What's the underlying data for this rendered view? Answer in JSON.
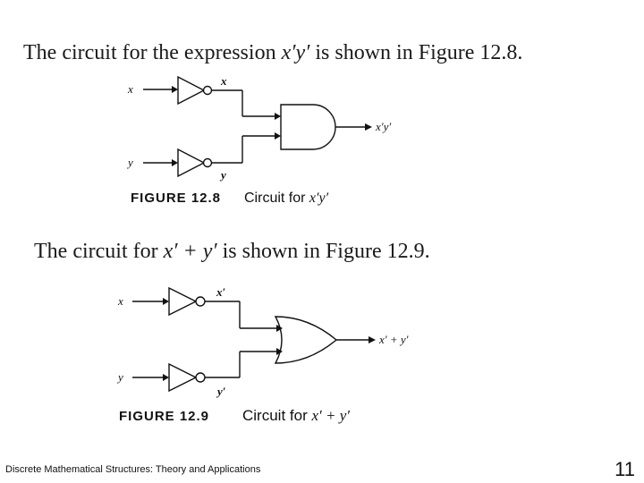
{
  "figure_a": {
    "intro_before": "The circuit for the expression ",
    "intro_expr": "x′y′",
    "intro_after": " is shown in Figure 12.8.",
    "input_x": "x",
    "input_y": "y",
    "inv_out_x": "x",
    "inv_out_y": "y",
    "output": "x′y′",
    "caption_label": "FIGURE 12.8",
    "caption_text": "Circuit for ",
    "caption_expr": "x′y′"
  },
  "figure_b": {
    "intro_before": "The circuit for ",
    "intro_expr": "x′ + y′",
    "intro_after": " is shown in Figure 12.9.",
    "input_x": "x",
    "input_y": "y",
    "inv_out_x": "x′",
    "inv_out_y": "y′",
    "output": "x′ + y′",
    "caption_label": "FIGURE 12.9",
    "caption_text": "Circuit for ",
    "caption_expr": "x′ + y′"
  },
  "footer": {
    "text": "Discrete Mathematical Structures: Theory and Applications",
    "page_number": "11"
  }
}
